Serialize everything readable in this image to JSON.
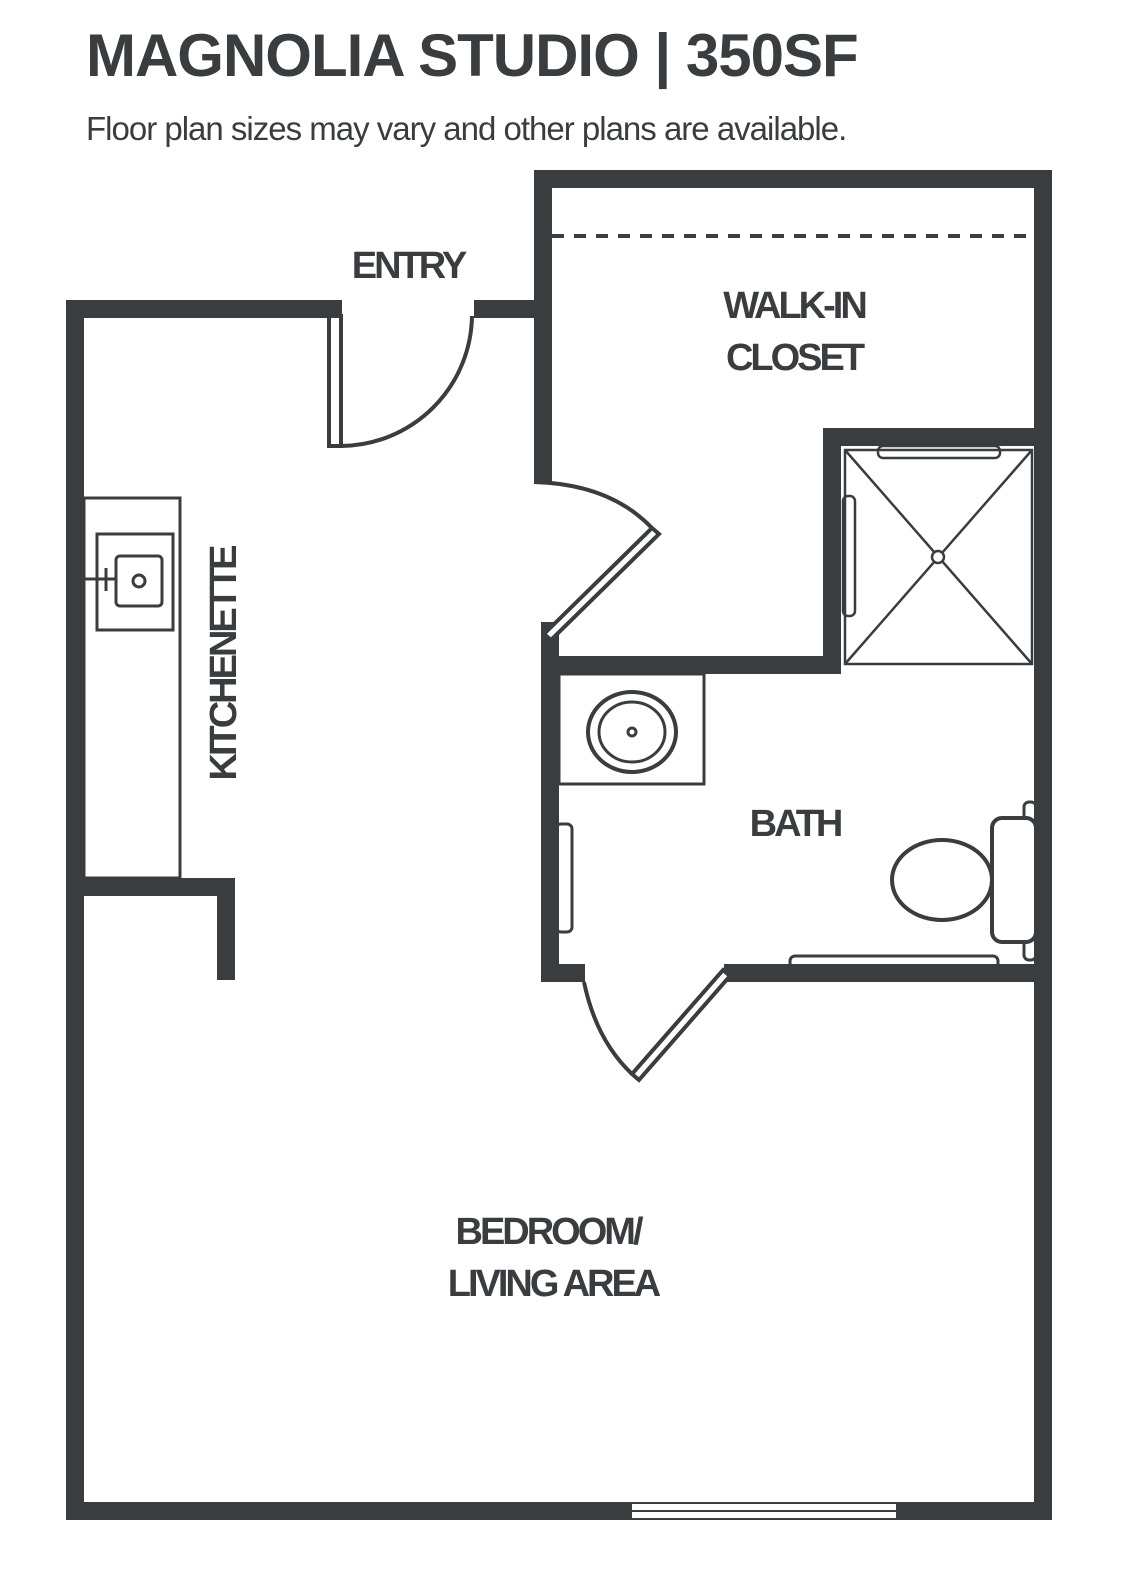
{
  "header": {
    "title": "MAGNOLIA STUDIO  |  350SF",
    "subtitle": "Floor plan sizes may vary and other  plans are available."
  },
  "rooms": {
    "entry": "ENTRY",
    "closet_line1": "WALK-IN",
    "closet_line2": "CLOSET",
    "kitchenette": "KITCHENETTE",
    "bath": "BATH",
    "bedroom_line1": "BEDROOM/",
    "bedroom_line2": "LIVING  AREA"
  },
  "colors": {
    "wall": "#393d3f",
    "background": "#ffffff"
  }
}
